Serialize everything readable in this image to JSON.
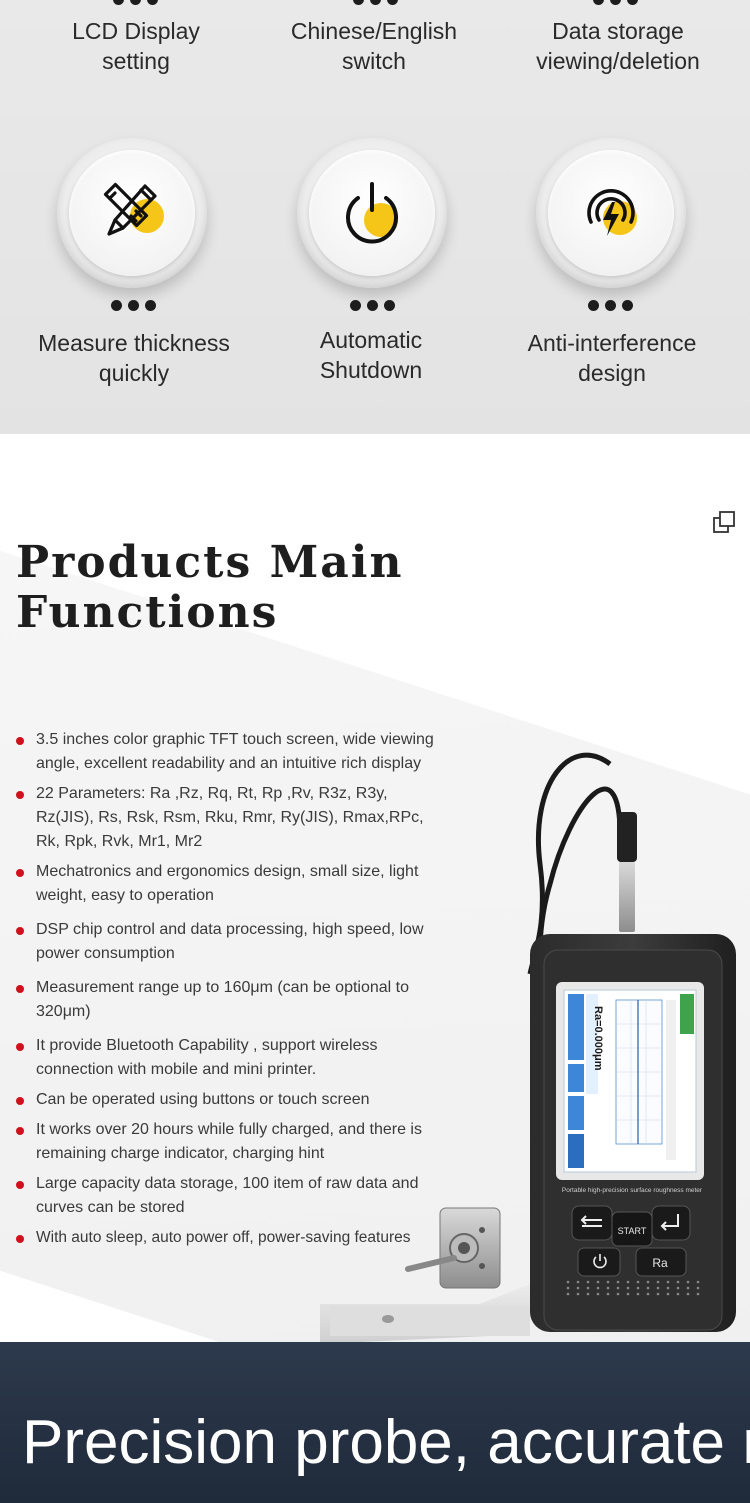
{
  "features": {
    "top_row": [
      {
        "label": "LCD Display setting"
      },
      {
        "label": "Chinese/English switch"
      },
      {
        "label": "Data storage viewing/deletion"
      }
    ],
    "bottom_row": [
      {
        "label_line1": "Measure thickness",
        "label_line2": "quickly",
        "icon": "pencil-ruler-icon"
      },
      {
        "label_line1": "Automatic",
        "label_line2": "Shutdown",
        "icon": "power-icon"
      },
      {
        "label_line1": "Anti-interference",
        "label_line2": "design",
        "icon": "shield-lightning-icon"
      }
    ],
    "top_row_lines": [
      [
        "LCD Display",
        "setting"
      ],
      [
        "Chinese/English",
        "switch"
      ],
      [
        "Data storage",
        "viewing/deletion"
      ]
    ],
    "accent_color": "#f5c518"
  },
  "products": {
    "title_line1": "Products Main",
    "title_line2": "Functions",
    "functions": [
      "3.5 inches color graphic TFT touch screen, wide viewing angle, excellent readability and an intuitive rich display",
      "22 Parameters: Ra ,Rz, Rq, Rt, Rp ,Rv, R3z, R3y, Rz(JIS), Rs, Rsk, Rsm, Rku, Rmr, Ry(JIS), Rmax,RPc, Rk, Rpk, Rvk, Mr1, Mr2",
      "Mechatronics and ergonomics design, small size, light weight, easy to operation",
      "DSP chip control and data processing, high speed, low power consumption",
      "Measurement range up to 160μm (can be optional to 320μm)",
      "It provide Bluetooth Capability , support wireless connection with mobile and mini printer.",
      "Can be operated using buttons or touch screen",
      "It works over 20 hours while fully charged, and there is remaining charge indicator, charging hint",
      "Large capacity data storage, 100 item of raw data and curves can be stored",
      "With auto sleep, auto power off, power-saving features"
    ],
    "bullet_color": "#d0101c",
    "device": {
      "screen_reading": "Ra=0.000μm",
      "caption": "Portable high-precision surface roughness meter",
      "start_label": "START",
      "ra_label": "Ra"
    }
  },
  "banner": {
    "title": "Precision probe, accurate measurement"
  }
}
